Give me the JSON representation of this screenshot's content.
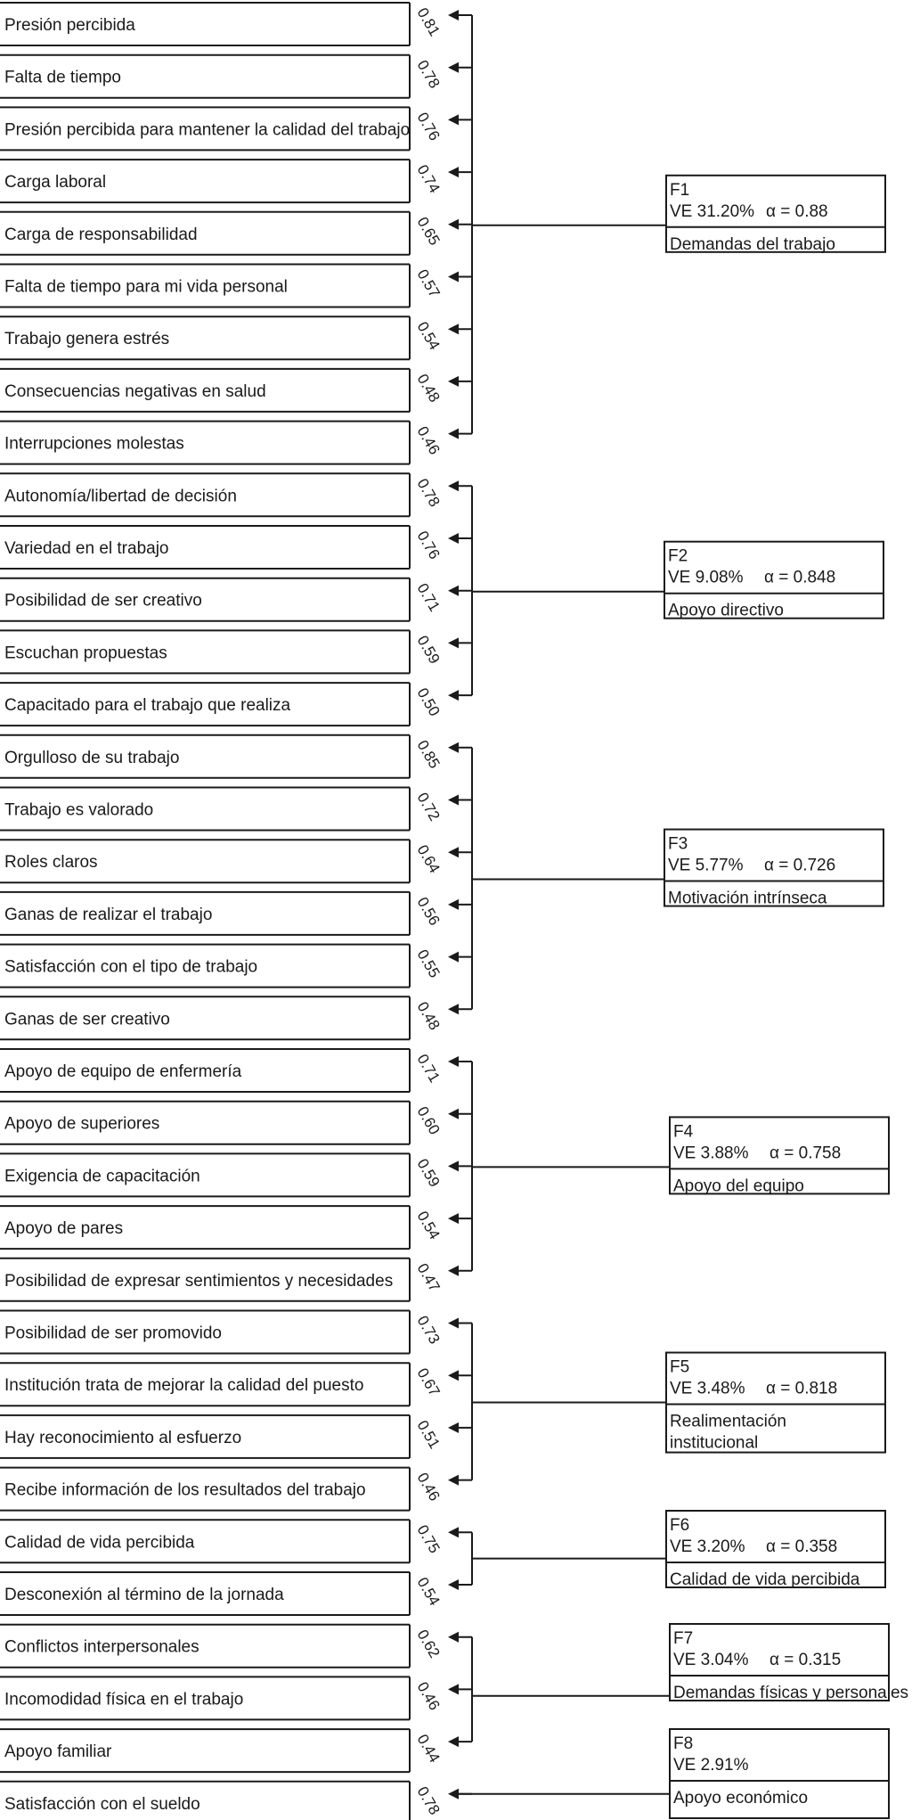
{
  "factors": [
    {
      "id": "F1",
      "ve": "VE 31.20%",
      "alpha": "α = 0.88",
      "name": [
        "Demandas del trabajo"
      ],
      "items": [
        {
          "label": "Presión percibida",
          "loading": "0.81"
        },
        {
          "label": "Falta de tiempo",
          "loading": "0.78"
        },
        {
          "label": "Presión percibida para mantener la calidad del trabajo",
          "loading": "0.76"
        },
        {
          "label": "Carga laboral",
          "loading": "0.74"
        },
        {
          "label": "Carga de responsabilidad",
          "loading": "0.65"
        },
        {
          "label": "Falta de tiempo para mi vida personal",
          "loading": "0.57"
        },
        {
          "label": "Trabajo genera estrés",
          "loading": "0.54"
        },
        {
          "label": "Consecuencias negativas en salud",
          "loading": "0.48"
        },
        {
          "label": "Interrupciones molestas",
          "loading": "0.46"
        }
      ]
    },
    {
      "id": "F2",
      "ve": "VE 9.08%",
      "alpha": "α = 0.848",
      "name": [
        "Apoyo directivo"
      ],
      "items": [
        {
          "label": "Autonomía/libertad de decisión",
          "loading": "0.78"
        },
        {
          "label": "Variedad en el trabajo",
          "loading": "0.76"
        },
        {
          "label": "Posibilidad de ser creativo",
          "loading": "0.71"
        },
        {
          "label": "Escuchan propuestas",
          "loading": "0.59"
        },
        {
          "label": "Capacitado para el trabajo que realiza",
          "loading": "0.50"
        }
      ]
    },
    {
      "id": "F3",
      "ve": "VE 5.77%",
      "alpha": "α = 0.726",
      "name": [
        "Motivación intrínseca"
      ],
      "items": [
        {
          "label": "Orgulloso de su trabajo",
          "loading": "0.85"
        },
        {
          "label": "Trabajo es valorado",
          "loading": "0.72"
        },
        {
          "label": "Roles claros",
          "loading": "0.64"
        },
        {
          "label": "Ganas de realizar el trabajo",
          "loading": "0.56"
        },
        {
          "label": "Satisfacción con el tipo de trabajo",
          "loading": "0.55"
        },
        {
          "label": "Ganas de ser creativo",
          "loading": "0.48"
        }
      ]
    },
    {
      "id": "F4",
      "ve": "VE 3.88%",
      "alpha": "α = 0.758",
      "name": [
        "Apoyo del equipo"
      ],
      "items": [
        {
          "label": "Apoyo de equipo de enfermería",
          "loading": "0.71"
        },
        {
          "label": "Apoyo de superiores",
          "loading": "0.60"
        },
        {
          "label": "Exigencia de capacitación",
          "loading": "0.59"
        },
        {
          "label": "Apoyo de pares",
          "loading": "0.54"
        },
        {
          "label": "Posibilidad de expresar sentimientos y necesidades",
          "loading": "0.47"
        }
      ]
    },
    {
      "id": "F5",
      "ve": "VE 3.48%",
      "alpha": "α = 0.818",
      "name": [
        "Realimentación",
        "institucional"
      ],
      "items": [
        {
          "label": "Posibilidad de ser promovido",
          "loading": "0.73"
        },
        {
          "label": "Institución trata de mejorar la calidad del puesto",
          "loading": "0.67"
        },
        {
          "label": "Hay reconocimiento al esfuerzo",
          "loading": "0.51"
        },
        {
          "label": "Recibe información de los resultados del trabajo",
          "loading": "0.46"
        }
      ]
    },
    {
      "id": "F6",
      "ve": "VE 3.20%",
      "alpha": "α = 0.358",
      "name": [
        "Calidad de vida percibida"
      ],
      "items": [
        {
          "label": "Calidad de vida percibida",
          "loading": "0.75"
        },
        {
          "label": "Desconexión al término de la jornada",
          "loading": "0.54"
        }
      ]
    },
    {
      "id": "F7",
      "ve": "VE 3.04%",
      "alpha": "α = 0.315",
      "name": [
        "Demandas físicas y personales"
      ],
      "items": [
        {
          "label": "Conflictos interpersonales",
          "loading": "0.62"
        },
        {
          "label": "Incomodidad física en el trabajo",
          "loading": "0.46"
        },
        {
          "label": "Apoyo familiar",
          "loading": "0.44"
        }
      ]
    },
    {
      "id": "F8",
      "ve": "VE 2.91%",
      "alpha": "",
      "name": [
        "Apoyo económico"
      ],
      "items": [
        {
          "label": "Satisfacción con el sueldo",
          "loading": "0.78"
        }
      ]
    }
  ]
}
